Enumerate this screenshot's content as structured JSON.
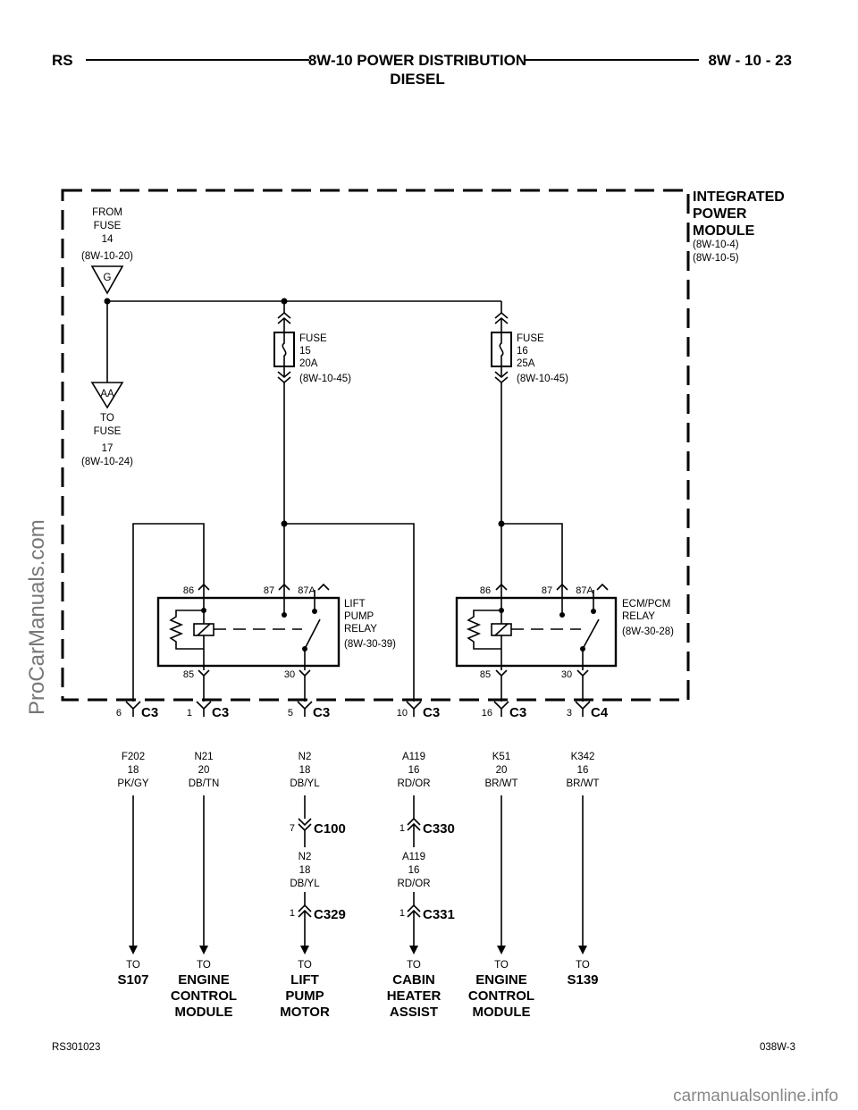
{
  "header": {
    "left": "RS",
    "title_line1": "8W-10 POWER DISTRIBUTION",
    "title_line2": "DIESEL",
    "right": "8W - 10 - 23"
  },
  "module": {
    "line1": "INTEGRATED",
    "line2": "POWER",
    "line3": "MODULE",
    "ref1": "(8W-10-4)",
    "ref2": "(8W-10-5)"
  },
  "from_fuse": {
    "l1": "FROM",
    "l2": "FUSE",
    "l3": "14",
    "ref": "(8W-10-20)",
    "letter": "G"
  },
  "to_fuse": {
    "l1": "TO",
    "l2": "FUSE",
    "l3": "17",
    "ref": "(8W-10-24)",
    "letter": "AA"
  },
  "fuse15": {
    "l1": "FUSE",
    "l2": "15",
    "l3": "20A",
    "ref": "(8W-10-45)"
  },
  "fuse16": {
    "l1": "FUSE",
    "l2": "16",
    "l3": "25A",
    "ref": "(8W-10-45)"
  },
  "relay1": {
    "l1": "LIFT",
    "l2": "PUMP",
    "l3": "RELAY",
    "ref": "(8W-30-39)",
    "p86": "86",
    "p87": "87",
    "p87a": "87A",
    "p85": "85",
    "p30": "30"
  },
  "relay2": {
    "l1": "ECM/PCM",
    "l2": "RELAY",
    "ref": "(8W-30-28)",
    "p86": "86",
    "p87": "87",
    "p87a": "87A",
    "p85": "85",
    "p30": "30"
  },
  "connectors": [
    {
      "pin": "6",
      "name": "C3"
    },
    {
      "pin": "1",
      "name": "C3"
    },
    {
      "pin": "5",
      "name": "C3"
    },
    {
      "pin": "10",
      "name": "C3"
    },
    {
      "pin": "16",
      "name": "C3"
    },
    {
      "pin": "3",
      "name": "C4"
    }
  ],
  "wires": [
    {
      "code": "F202",
      "gauge": "18",
      "color": "PK/GY"
    },
    {
      "code": "N21",
      "gauge": "20",
      "color": "DB/TN"
    },
    {
      "code": "N2",
      "gauge": "18",
      "color": "DB/YL"
    },
    {
      "code": "A119",
      "gauge": "16",
      "color": "RD/OR"
    },
    {
      "code": "K51",
      "gauge": "20",
      "color": "BR/WT"
    },
    {
      "code": "K342",
      "gauge": "16",
      "color": "BR/WT"
    }
  ],
  "inline": {
    "c100": {
      "pin": "7",
      "name": "C100"
    },
    "c329": {
      "pin": "1",
      "name": "C329"
    },
    "c330": {
      "pin": "1",
      "name": "C330"
    },
    "c331": {
      "pin": "1",
      "name": "C331"
    },
    "n2b": {
      "code": "N2",
      "gauge": "18",
      "color": "DB/YL"
    },
    "a119b": {
      "code": "A119",
      "gauge": "16",
      "color": "RD/OR"
    }
  },
  "destinations": [
    {
      "to": "TO",
      "l1": "S107",
      "l2": "",
      "l3": ""
    },
    {
      "to": "TO",
      "l1": "ENGINE",
      "l2": "CONTROL",
      "l3": "MODULE"
    },
    {
      "to": "TO",
      "l1": "LIFT",
      "l2": "PUMP",
      "l3": "MOTOR"
    },
    {
      "to": "TO",
      "l1": "CABIN",
      "l2": "HEATER",
      "l3": "ASSIST"
    },
    {
      "to": "TO",
      "l1": "ENGINE",
      "l2": "CONTROL",
      "l3": "MODULE"
    },
    {
      "to": "TO",
      "l1": "S139",
      "l2": "",
      "l3": ""
    }
  ],
  "footer": {
    "left": "RS301023",
    "right": "038W-3"
  },
  "watermarks": {
    "side": "ProCarManuals.com",
    "bottom": "carmanualsonline.info"
  }
}
